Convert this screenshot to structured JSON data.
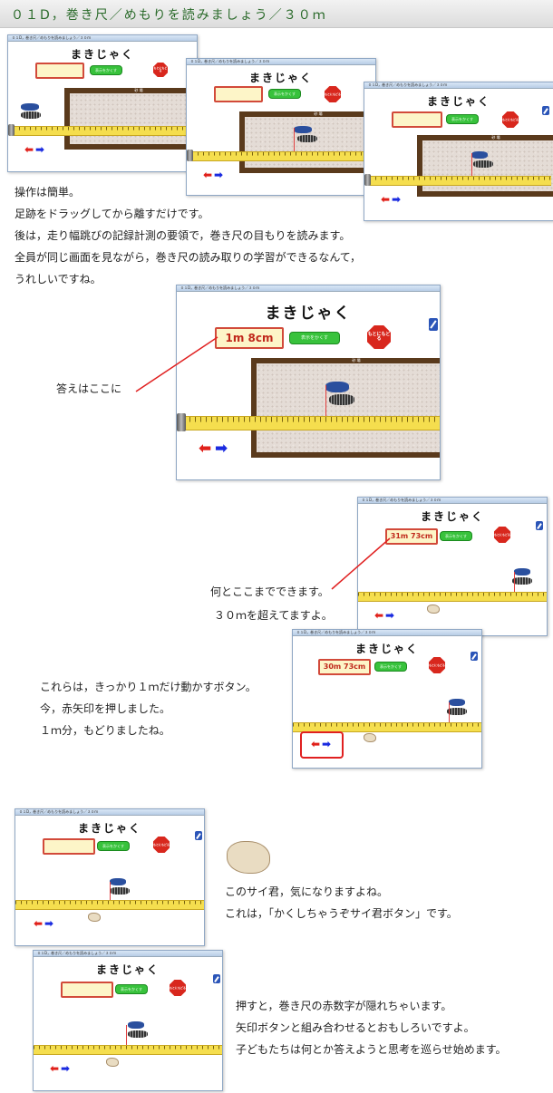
{
  "header": {
    "title": "０１D，巻き尺／めもりを読みましょう／３０ｍ"
  },
  "app": {
    "title": "まきじゃく",
    "hide_button_label": "表示をかくす",
    "stop_button_label": "もとにもどる",
    "window_caption": "０１D，巻き尺／めもりを読みましょう／３０ｍ",
    "pit_label": "砂 場"
  },
  "readings": {
    "r1": "1m 8cm",
    "r2": "31m 73cm",
    "r3": "30m 73cm"
  },
  "intro": {
    "lines": [
      "操作は簡単。",
      "足跡をドラッグしてから離すだけです。",
      "後は，走り幅跳びの記録計測の要領で，巻き尺の目もりを読みます。",
      "全員が同じ画面を見ながら，巻き尺の読み取りの学習ができるなんて，",
      "うれしいですね。"
    ]
  },
  "callouts": {
    "answer_here": "答えはここに",
    "can_go_far_1": "何とここまでできます。",
    "can_go_far_2": "３０ｍを超えてますよ。"
  },
  "arrows_note": {
    "lines": [
      "これらは，きっかり１ｍだけ動かすボタン。",
      "今，赤矢印を押しました。",
      "１ｍ分，もどりましたね。"
    ]
  },
  "rhino_note": {
    "lines": [
      "このサイ君，気になりますよね。",
      "これは，「かくしちゃうぞサイ君ボタン」です。"
    ]
  },
  "hide_note": {
    "lines": [
      "押すと，巻き尺の赤数字が隠れちゃいます。",
      "矢印ボタンと組み合わせるとおもしろいですよ。",
      "子どもたちは何とか答えようと思考を巡らせ始めます。"
    ]
  },
  "icons": [
    "shoe-icon",
    "arrow-left-icon",
    "arrow-right-icon",
    "stop-icon",
    "pen-icon",
    "rhino-icon",
    "tape-case-icon"
  ],
  "colors": {
    "answer_border": "#d24a3a",
    "hide_button": "#38c23c",
    "stop_button": "#d8271d",
    "tape": "#f5de4e",
    "pit_frame": "#5a3a1c"
  }
}
